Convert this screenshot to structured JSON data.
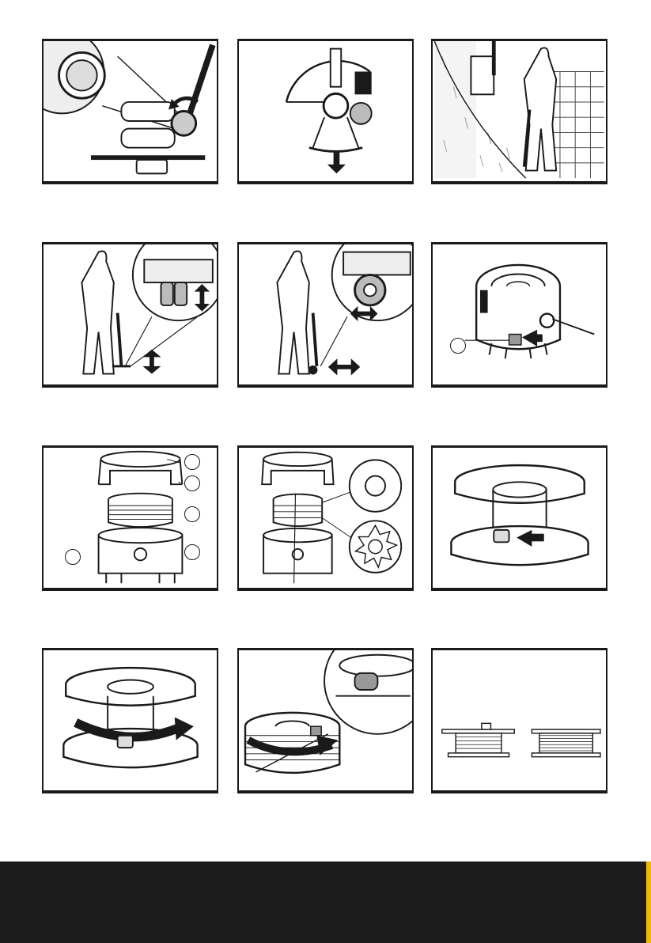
{
  "document": {
    "type": "instruction-manual-illustration-page",
    "panel_count": 12,
    "panels": [
      {
        "id": "adjust-handle-knob",
        "icons": [
          "adjust-knob-icon",
          "rotate-arrow-icon"
        ]
      },
      {
        "id": "remove-guard-down",
        "icons": [
          "guard-icon",
          "arrow-down-icon"
        ]
      },
      {
        "id": "edge-trimming-lawn",
        "icons": [
          "person-icon",
          "grass-icon",
          "tile-path-icon"
        ]
      },
      {
        "id": "head-height-adjust",
        "icons": [
          "person-icon",
          "double-arrow-vertical-icon"
        ]
      },
      {
        "id": "wheel-position-adjust",
        "icons": [
          "person-icon",
          "double-arrow-horizontal-icon"
        ]
      },
      {
        "id": "spool-release-button",
        "icons": [
          "spool-housing-icon",
          "arrow-left-icon"
        ]
      },
      {
        "id": "spool-exploded-view",
        "icons": [
          "spool-cover-icon",
          "spool-icon",
          "spool-base-icon"
        ]
      },
      {
        "id": "spool-detail-views",
        "icons": [
          "spool-cover-icon",
          "gear-detail-icon"
        ]
      },
      {
        "id": "spool-insert-line",
        "icons": [
          "spool-icon",
          "arrow-left-icon"
        ]
      },
      {
        "id": "spool-rotate",
        "icons": [
          "spool-icon",
          "rotate-arrow-icon"
        ]
      },
      {
        "id": "spool-wind-line",
        "icons": [
          "spool-icon",
          "rotate-arrow-icon",
          "zoom-detail-icon"
        ]
      },
      {
        "id": "spool-wound-comparison",
        "icons": [
          "spool-side-view-icon"
        ]
      }
    ]
  },
  "colors": {
    "ink": "#1a1a1a",
    "footer": "#1c1c1c",
    "accent": "#f2b705"
  }
}
